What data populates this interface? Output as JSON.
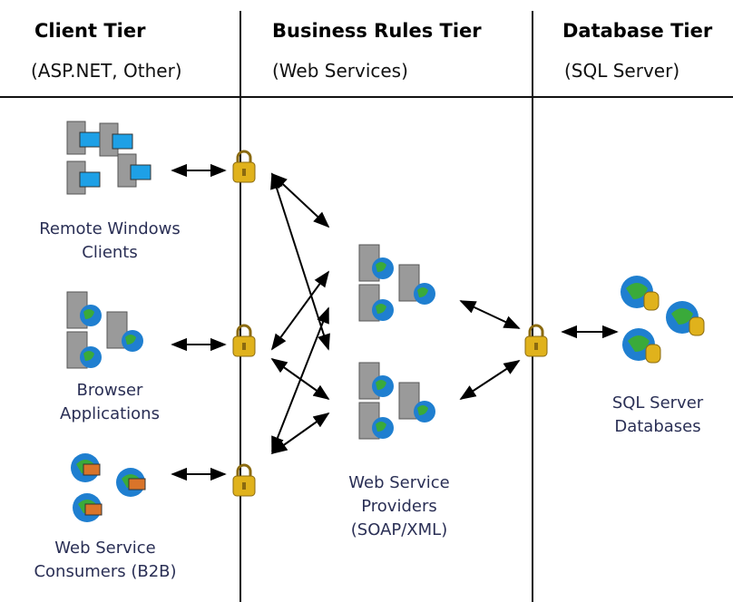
{
  "tiers": {
    "client": {
      "title": "Client Tier",
      "subtitle": "(ASP.NET, Other)"
    },
    "business": {
      "title": "Business Rules Tier",
      "subtitle": "(Web Services)"
    },
    "database": {
      "title": "Database Tier",
      "subtitle": "(SQL Server)"
    }
  },
  "clients": [
    {
      "line1": "Remote Windows",
      "line2": "Clients",
      "icon": "desktop-computers-icon"
    },
    {
      "line1": "Browser",
      "line2": "Applications",
      "icon": "server-globe-icon"
    },
    {
      "line1": "Web Service",
      "line2": "Consumers (B2B)",
      "icon": "globe-consumer-icon"
    }
  ],
  "providers": {
    "line1": "Web Service",
    "line2": "Providers",
    "line3": "(SOAP/XML)",
    "icon": "server-globe-icon"
  },
  "databases": {
    "line1": "SQL Server",
    "line2": "Databases",
    "icon": "globe-database-icon"
  },
  "security_icon": "padlock-icon",
  "colors": {
    "server": "#9a9a9a",
    "globe": "#1f7fd0",
    "land": "#3aaa3a",
    "padlock": "#e0b21c",
    "screen": "#1ea0e6",
    "caption": "#2a2f55"
  }
}
